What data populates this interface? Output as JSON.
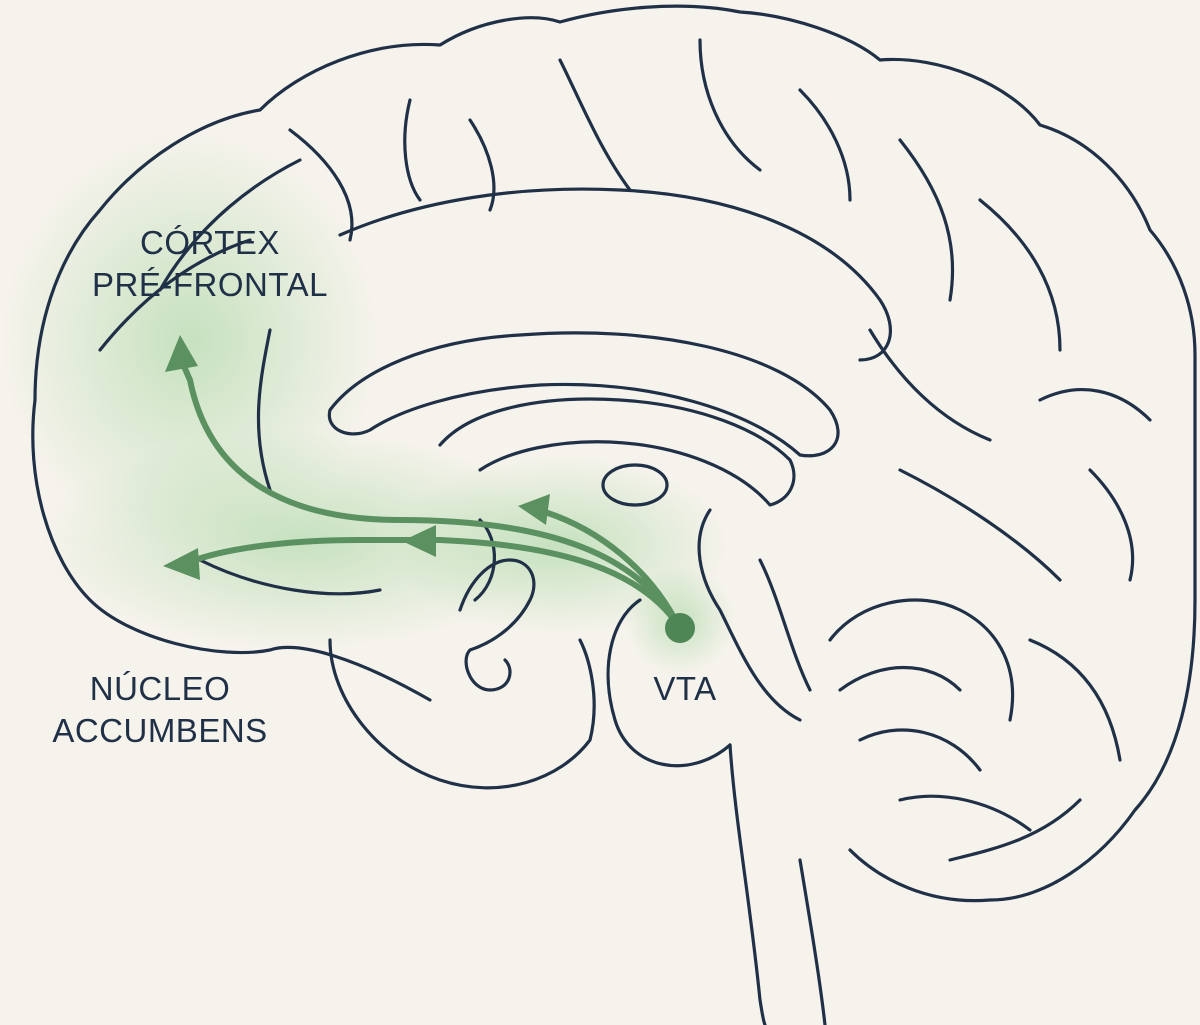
{
  "labels": {
    "pfc": [
      "CÓRTEX",
      "PRÉ-FRONTAL"
    ],
    "nac": [
      "NÚCLEO",
      "ACCUMBENS"
    ],
    "vta": "VTA"
  },
  "colors": {
    "background": "#f6f3ec",
    "outline": "#1f3047",
    "pathway": "#5b9160",
    "glow": "#9fd39a"
  }
}
